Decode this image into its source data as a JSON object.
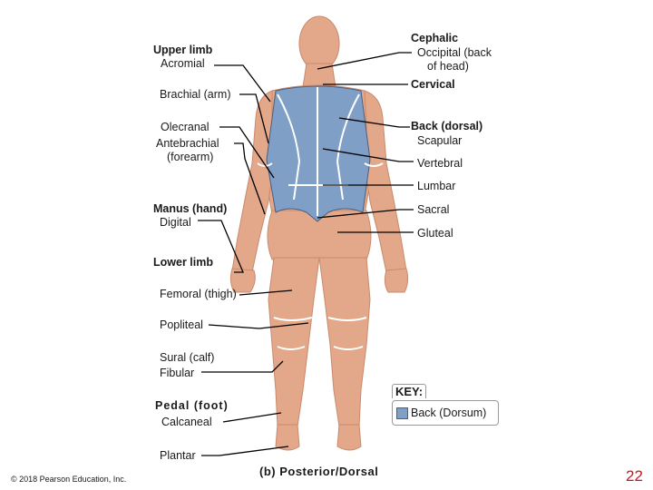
{
  "labels": {
    "upper_limb": "Upper limb",
    "acromial": "Acromial",
    "brachial": "Brachial (arm)",
    "olecranal": "Olecranal",
    "antebrachial": "Antebrachial",
    "forearm": "(forearm)",
    "manus": "Manus (hand)",
    "digital": "Digital",
    "lower_limb": "Lower limb",
    "femoral": "Femoral (thigh)",
    "popliteal": "Popliteal",
    "sural": "Sural (calf)",
    "fibular": "Fibular",
    "pedal": "Pedal (foot)",
    "calcaneal": "Calcaneal",
    "plantar": "Plantar",
    "cephalic": "Cephalic",
    "occipital_1": "Occipital (back",
    "occipital_2": "of head)",
    "cervical": "Cervical",
    "back_dorsal": "Back (dorsal)",
    "scapular": "Scapular",
    "vertebral": "Vertebral",
    "lumbar": "Lumbar",
    "sacral": "Sacral",
    "gluteal": "Gluteal"
  },
  "key": {
    "title": "KEY:",
    "item": "Back (Dorsum)",
    "swatch_color": "#7f9fc6"
  },
  "caption": "(b) Posterior/Dorsal",
  "copyright": "© 2018 Pearson Education, Inc.",
  "page_number": "22",
  "colors": {
    "skin": "#e3a889",
    "skin_shade": "#c98a6c",
    "back": "#7f9fc6",
    "page_number": "#d0121b"
  }
}
